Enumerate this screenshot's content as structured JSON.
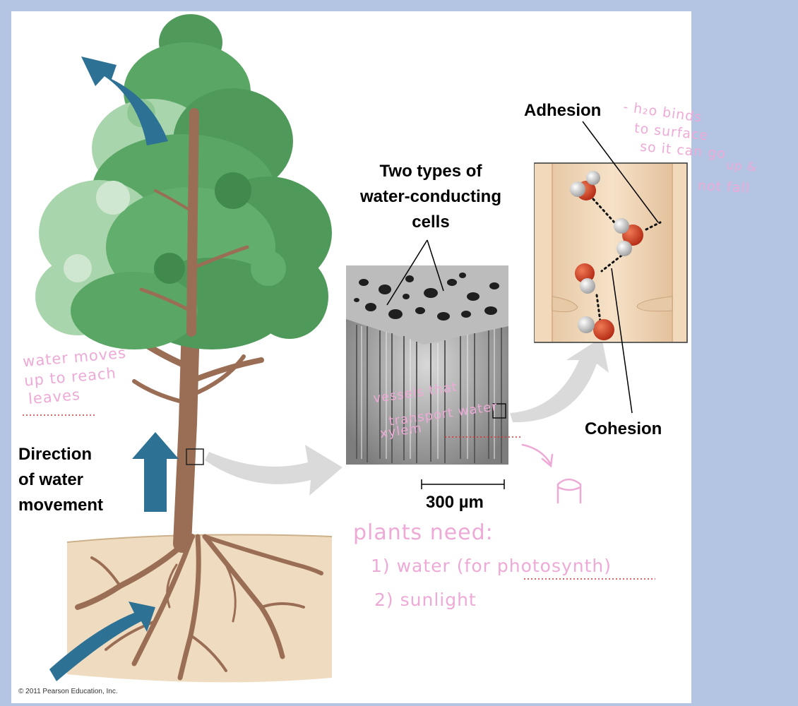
{
  "labels": {
    "two_types_line1": "Two types of",
    "two_types_line2": "water-conducting",
    "two_types_line3": "cells",
    "adhesion": "Adhesion",
    "cohesion": "Cohesion",
    "direction_line1": "Direction",
    "direction_line2": "of water",
    "direction_line3": "movement",
    "scale_bar": "300 µm",
    "copyright": "© 2011 Pearson Education, Inc."
  },
  "notes": {
    "water_moves_1": "water moves",
    "water_moves_2": "up to reach",
    "water_moves_3": "leaves",
    "adhesion_1": "- h₂o binds",
    "adhesion_2": "to surface",
    "adhesion_3": "so it can go",
    "adhesion_4": "up &",
    "adhesion_5": "not fall",
    "vessels_1": "vessels that",
    "vessels_2": "transport water",
    "vessels_3": "xylem",
    "plants_need": "plants need:",
    "need_1": "1) water (for photosynth)",
    "need_2": "2) sunlight"
  },
  "colors": {
    "background": "#b4c4e3",
    "arrow_blue": "#2d7295",
    "note_pink": "#eeaad6",
    "leaf_green": "#4f9a5a",
    "trunk_brown": "#9a6e55",
    "soil": "#efdcc0",
    "spellcheck_red": "#e03030"
  }
}
